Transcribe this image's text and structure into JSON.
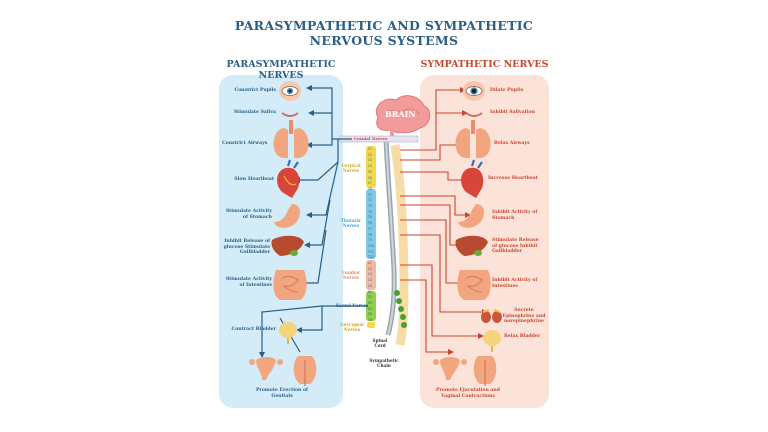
{
  "title_line1": "PARASYMPATHETIC AND SYMPATHETIC",
  "title_line2": "NERVOUS SYSTEMS",
  "para_header": "PARASYMPATHETIC NERVES",
  "symp_header": "SYMPATHETIC NERVES",
  "brain_label": "BRAIN",
  "cranial_label": "Cranial Nerves",
  "sacral_label": "Sacral Nerves",
  "para_effects": [
    "Constrict Pupils",
    "Stimulate Saliva",
    "Constrict Airways",
    "Slow Heartbeat",
    "Stimulate Activity of Stomach",
    "Inhibit Release of glucose Stimulate Gallbladder",
    "Stimulate Activity of Intestines",
    "Contract Bladder",
    "Promote Erection of Genitals"
  ],
  "symp_effects": [
    "Dilate Pupils",
    "Inhibit Salivation",
    "Relax Airways",
    "Increase Heartbeat",
    "Inhibit Activity of Stomach",
    "Stimulate Release of glucose Inhibit Gallbladder",
    "Inhibit Activity of Intestines",
    "Secrete Epinephrine and norepinephrine",
    "Relax Bladder",
    "Promote Ejaculation and Vaginal Contractions"
  ],
  "segments": {
    "cervical": "Cervical Nerves",
    "thoracic": "Thoracic Nerves",
    "lumbar": "Lumbar Nerves",
    "coccygeal": "Coccygeal Nerves"
  },
  "spinal_cord": "Spinal Cord",
  "sympathetic_chain": "Sympathetic Chain",
  "vertebra_codes": [
    "C1",
    "C2",
    "C3",
    "C4",
    "C5",
    "C6",
    "C7",
    "C8",
    "T1",
    "T2",
    "T3",
    "T4",
    "T5",
    "T6",
    "T7",
    "T8",
    "T9",
    "T10",
    "T11",
    "T12",
    "L1",
    "L2",
    "L3",
    "L4",
    "L5",
    "S1",
    "S2",
    "S3",
    "S4",
    "S5",
    "Co"
  ],
  "colors": {
    "para": "#2a5f86",
    "symp": "#c9462c",
    "para_bg": "#d3ecf7",
    "symp_bg": "#fbe3da",
    "cervical": "#f3d84c",
    "thoracic": "#7fc8e8",
    "lumbar": "#f3b7a2",
    "sacral": "#8fcf4a",
    "chain": "#f7dca8"
  },
  "icons": [
    "eye-icon",
    "mouth-icon",
    "lungs-icon",
    "heart-icon",
    "stomach-icon",
    "liver-icon",
    "intestines-icon",
    "bladder-icon",
    "uterus-icon",
    "male-reproductive-icon",
    "adrenal-icon"
  ]
}
